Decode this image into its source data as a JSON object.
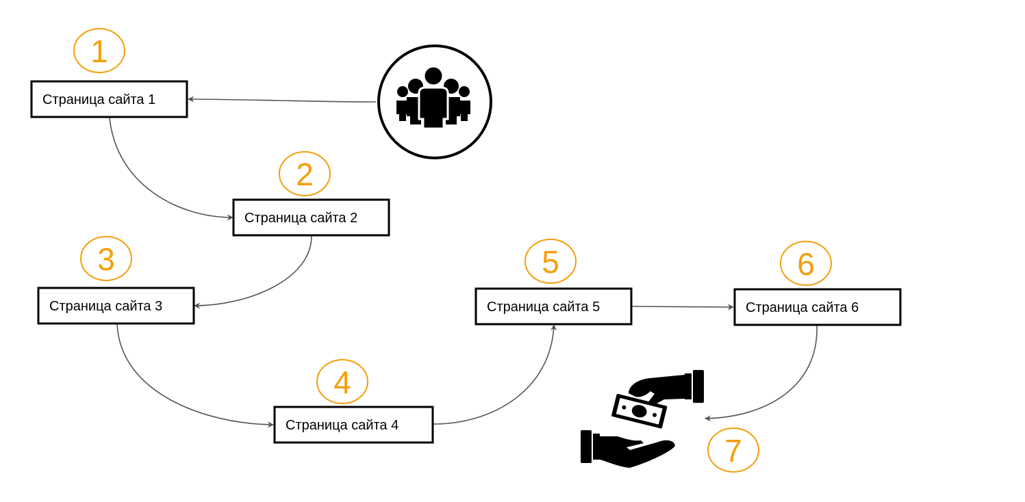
{
  "diagram": {
    "nodes": [
      {
        "id": "p1",
        "label": "Страница сайта 1"
      },
      {
        "id": "p2",
        "label": "Страница сайта 2"
      },
      {
        "id": "p3",
        "label": "Страница сайта 3"
      },
      {
        "id": "p4",
        "label": "Страница сайта 4"
      },
      {
        "id": "p5",
        "label": "Страница сайта 5"
      },
      {
        "id": "p6",
        "label": "Страница сайта 6"
      }
    ],
    "step_numbers": [
      "1",
      "2",
      "3",
      "4",
      "5",
      "6",
      "7"
    ],
    "edges": [
      {
        "from": "visitors",
        "to": "p1"
      },
      {
        "from": "p1",
        "to": "p2"
      },
      {
        "from": "p2",
        "to": "p3"
      },
      {
        "from": "p3",
        "to": "p4"
      },
      {
        "from": "p4",
        "to": "p5"
      },
      {
        "from": "p5",
        "to": "p6"
      },
      {
        "from": "p6",
        "to": "payment"
      }
    ],
    "icons": {
      "visitors": "people-group-icon",
      "payment": "money-handover-icon"
    },
    "colors": {
      "accent": "#f59e0b",
      "box_border": "#000000",
      "arrow": "#555555",
      "icon": "#000000"
    }
  }
}
